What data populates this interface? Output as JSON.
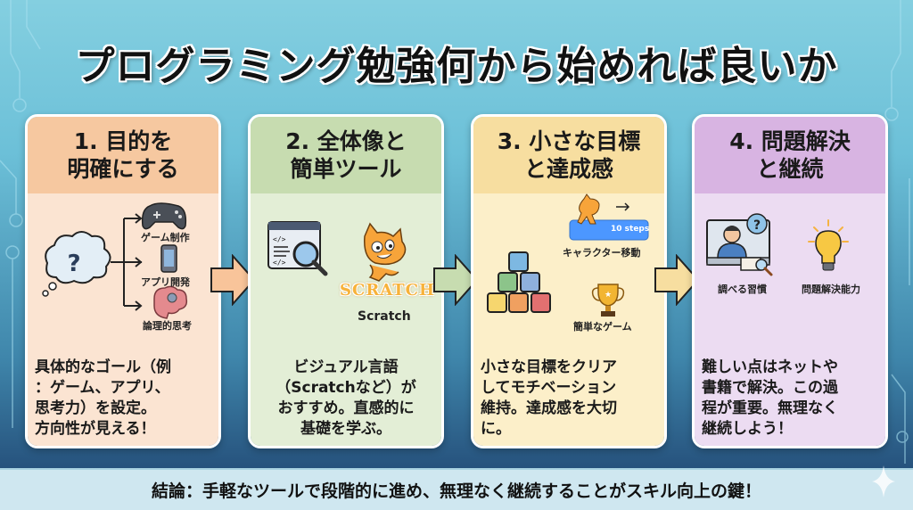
{
  "title": "プログラミング勉強何から始めれば良いか",
  "colors": {
    "step1": "#f6c8a0",
    "step2": "#c7dcb0",
    "step3": "#f7dea0",
    "step4": "#d8b4e2"
  },
  "steps": [
    {
      "heading": "1. 目的を\n明確にする",
      "icons": [
        {
          "icon": "thought-bubble-question-icon"
        },
        {
          "icon": "game-controller-icon",
          "label": "ゲーム制作"
        },
        {
          "icon": "smartphone-app-icon",
          "label": "アプリ開発"
        },
        {
          "icon": "brain-gear-icon",
          "label": "論理的思考"
        }
      ],
      "description": "具体的なゴール（例\n：ゲーム、アプリ、\n思考力）を設定。\n方向性が見える！"
    },
    {
      "heading": "2. 全体像と\n簡単ツール",
      "icons": [
        {
          "icon": "code-window-magnifier-icon"
        },
        {
          "icon": "scratch-cat-icon",
          "logo_text": "SCRATCH",
          "label": "Scratch"
        }
      ],
      "description": "ビジュアル言語\n（Scratchなど）が\nおすすめ。直感的に\n基礎を学ぶ。"
    },
    {
      "heading": "3. 小さな目標\nと達成感",
      "icons": [
        {
          "icon": "stacked-blocks-icon"
        },
        {
          "icon": "scratch-move-block-icon",
          "block_text": "10 steps",
          "label": "キャラクター移動"
        },
        {
          "icon": "trophy-icon",
          "label": "簡単なゲーム"
        }
      ],
      "description": "小さな目標をクリア\nしてモチベーション\n維持。達成感を大切\nに。"
    },
    {
      "heading": "4. 問題解決\nと継続",
      "icons": [
        {
          "icon": "person-computer-search-icon",
          "label": "調べる習慣"
        },
        {
          "icon": "lightbulb-icon",
          "label": "問題解決能力"
        }
      ],
      "description": "難しい点はネットや\n書籍で解決。この過\n程が重要。無理なく\n継続しよう！"
    }
  ],
  "footer": "結論：手軽なツールで段階的に進め、無理なく継続することがスキル向上の鍵！"
}
